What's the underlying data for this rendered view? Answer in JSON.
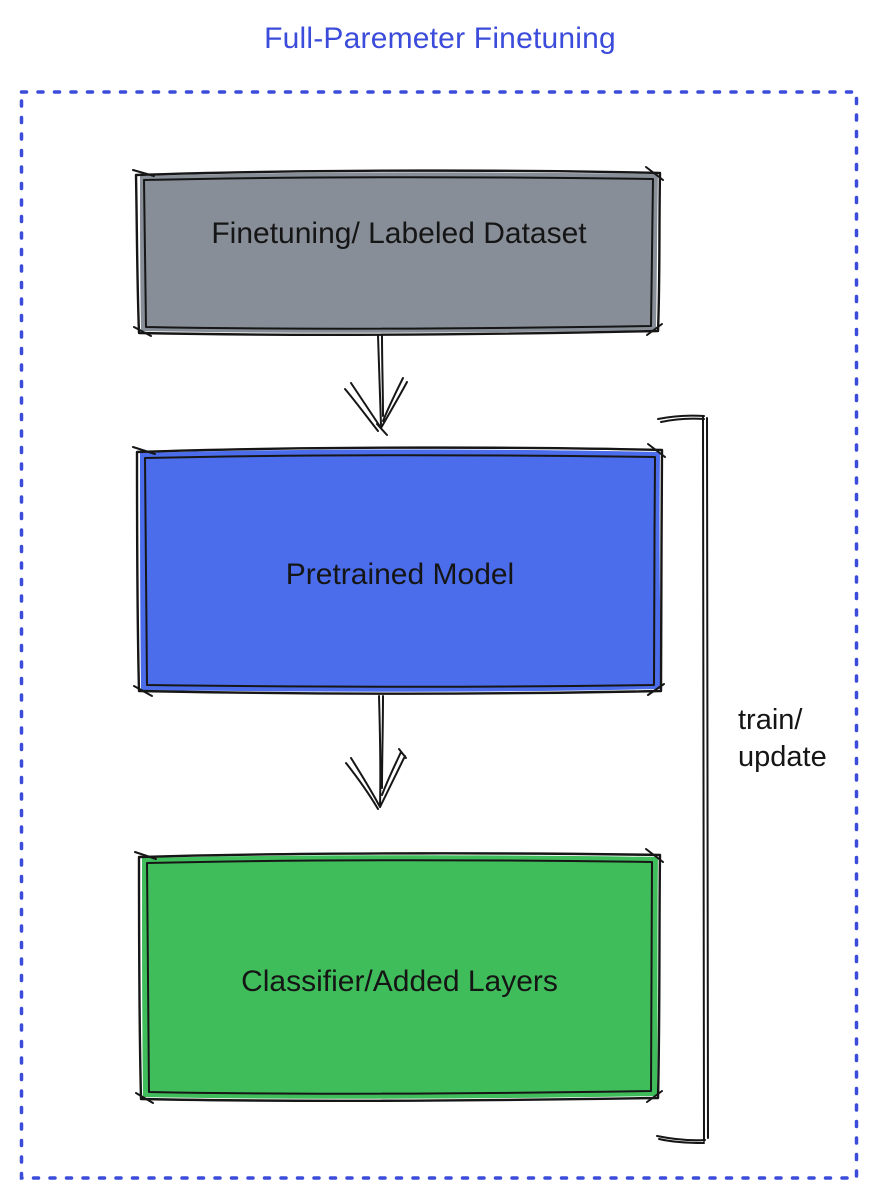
{
  "title": {
    "text": "Full-Paremeter Finetuning"
  },
  "colors": {
    "accent_blue": "#3B4CDB",
    "outline_black": "#161616",
    "label_text": "#151515",
    "background": "#FFFFFF"
  },
  "diagram": {
    "boxes": [
      {
        "id": "finetuning-dataset",
        "label": "Finetuning/ Labeled Dataset",
        "color": "#878E98"
      },
      {
        "id": "pretrained-model",
        "label": "Pretrained Model",
        "color": "#4B6DEB"
      },
      {
        "id": "classifier-added-layers",
        "label": "Classifier/Added Layers",
        "color": "#3FBD5B"
      }
    ],
    "arrows": [
      {
        "from": "finetuning-dataset",
        "to": "pretrained-model",
        "direction": "down"
      },
      {
        "from": "pretrained-model",
        "to": "classifier-added-layers",
        "direction": "down"
      }
    ],
    "bracket": {
      "label": "train/\nupdate",
      "spans": "pretrained-model and classifier-added-layers"
    }
  }
}
